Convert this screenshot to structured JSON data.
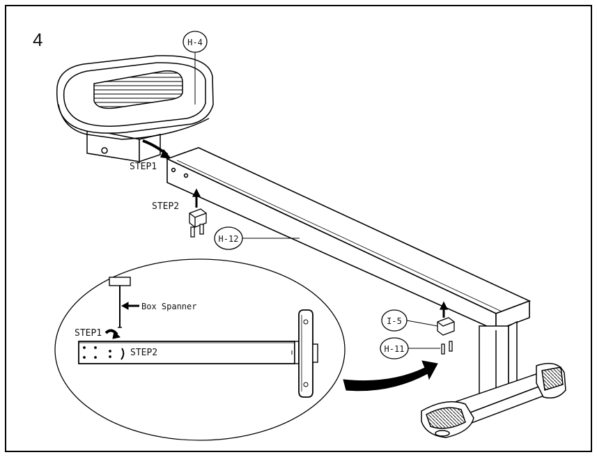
{
  "step_number": "4",
  "parts": {
    "seat": "H-4",
    "beam": "H-12",
    "block": "I-5",
    "bolts": "H-11"
  },
  "steps": {
    "step1": "STEP1",
    "step2": "STEP2"
  },
  "detail": {
    "tool_label": "Box Spanner",
    "step1": "STEP1",
    "step2": "STEP2"
  }
}
